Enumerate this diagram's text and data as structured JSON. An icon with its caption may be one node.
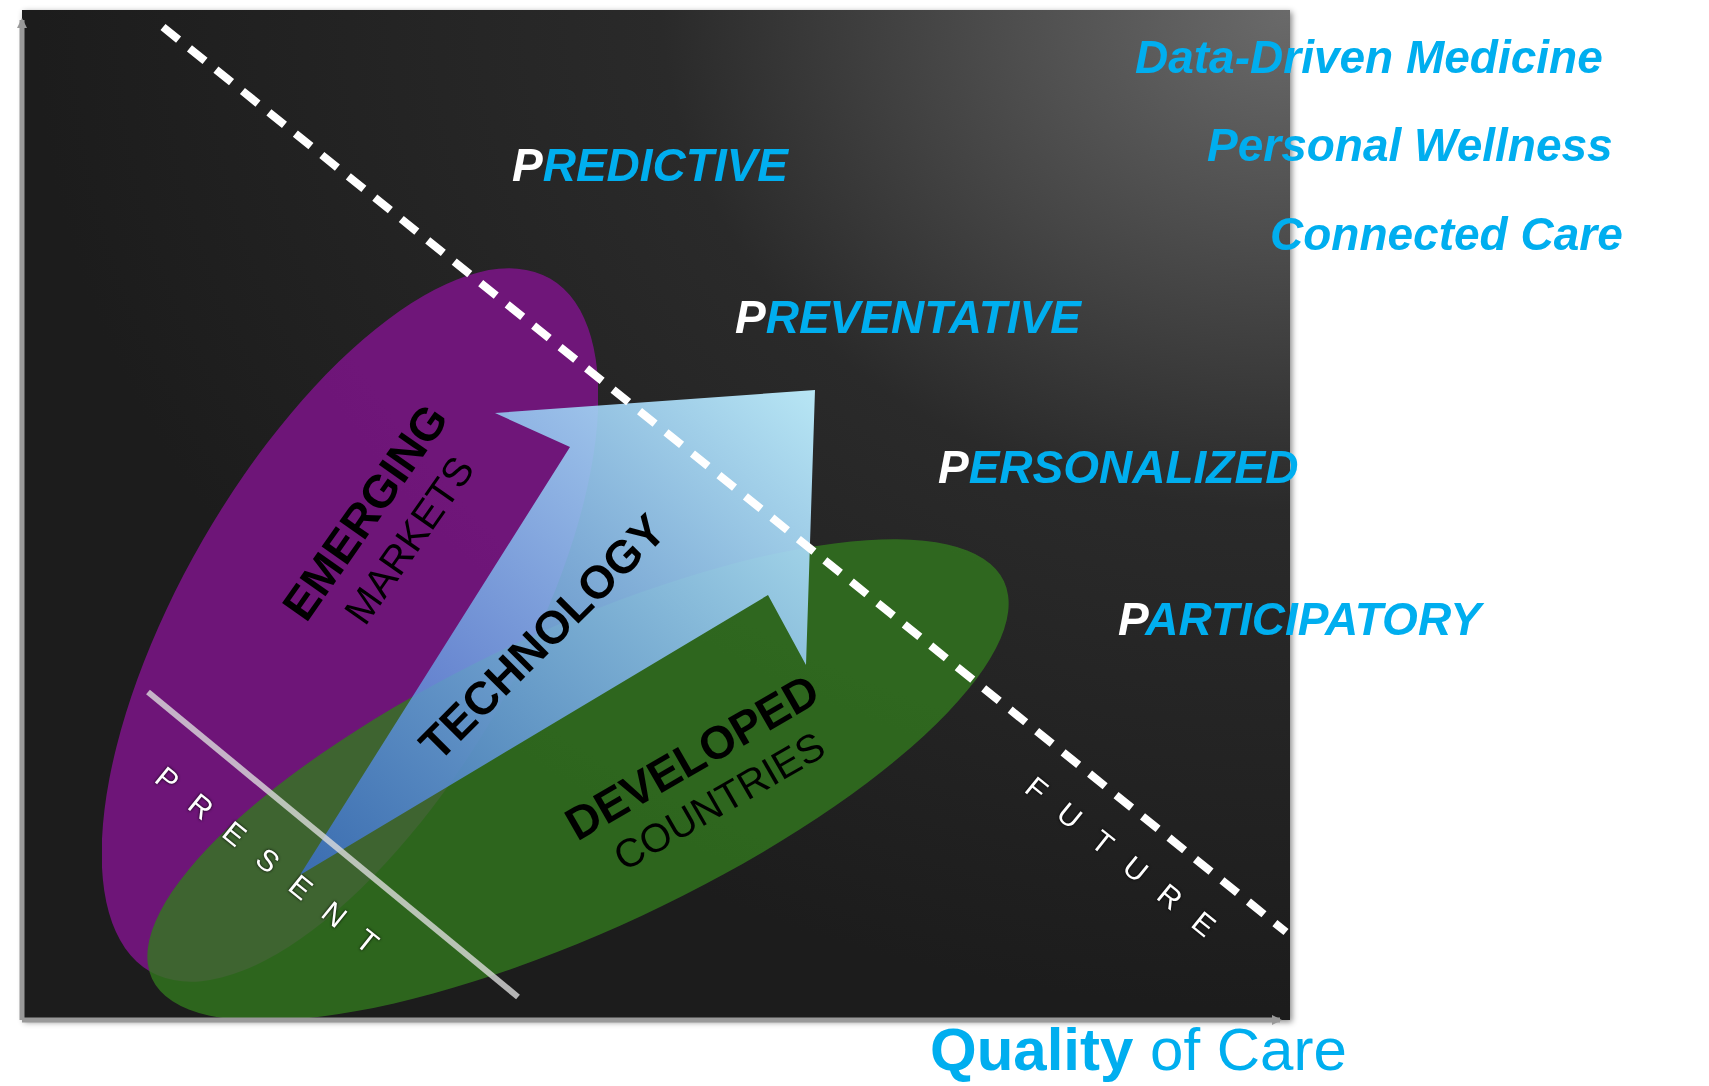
{
  "diagram": {
    "nodes": [
      {
        "text": [
          "EMERGING",
          "MARKETS"
        ]
      },
      {
        "text": [
          "DEVELOPED",
          "COUNTRIES"
        ]
      },
      {
        "text": [
          "TECHNOLOGY"
        ]
      }
    ],
    "labels": [
      "Data-Driven Medicine",
      "Personal Wellness",
      "Connected Care",
      "PREDICTIVE",
      "PREVENTATIVE",
      "PERSONALIZED",
      "PARTICIPATORY",
      "PRESENT",
      "FUTURE",
      "**Quality** of Care"
    ]
  }
}
